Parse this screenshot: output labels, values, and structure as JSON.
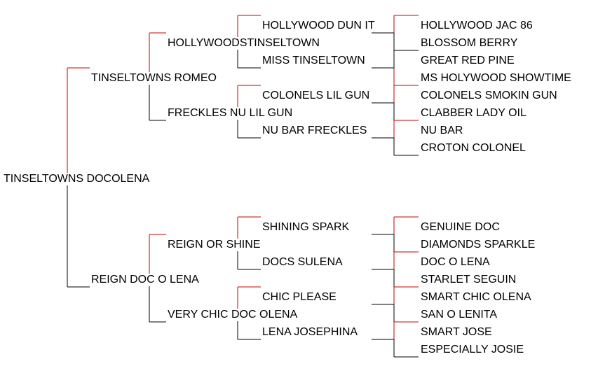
{
  "colors": {
    "sire_line": "#cc0000",
    "dam_line": "#000000",
    "text": "#000000"
  },
  "horse": "TINSELTOWNS DOCOLENA",
  "sire": "TINSELTOWNS ROMEO",
  "dam": "REIGN DOC O LENA",
  "sire_sire": "HOLLYWOODSTINSELTOWN",
  "sire_dam": "FRECKLES NU LIL GUN",
  "dam_sire": "REIGN OR SHINE",
  "dam_dam": "VERY CHIC DOC OLENA",
  "gen3": [
    "HOLLYWOOD DUN IT",
    "MISS TINSELTOWN",
    "COLONELS LIL GUN",
    "NU BAR FRECKLES",
    "SHINING SPARK",
    "DOCS SULENA",
    "CHIC PLEASE",
    "LENA JOSEPHINA"
  ],
  "gen4": [
    "HOLLYWOOD JAC 86",
    "BLOSSOM BERRY",
    "GREAT RED PINE",
    "MS HOLYWOOD SHOWTIME",
    "COLONELS SMOKIN GUN",
    "CLABBER LADY OIL",
    "NU BAR",
    "CROTON COLONEL",
    "GENUINE DOC",
    "DIAMONDS SPARKLE",
    "DOC O LENA",
    "STARLET SEGUIN",
    "SMART CHIC OLENA",
    "SAN O LENITA",
    "SMART JOSE",
    "ESPECIALLY JOSIE"
  ]
}
